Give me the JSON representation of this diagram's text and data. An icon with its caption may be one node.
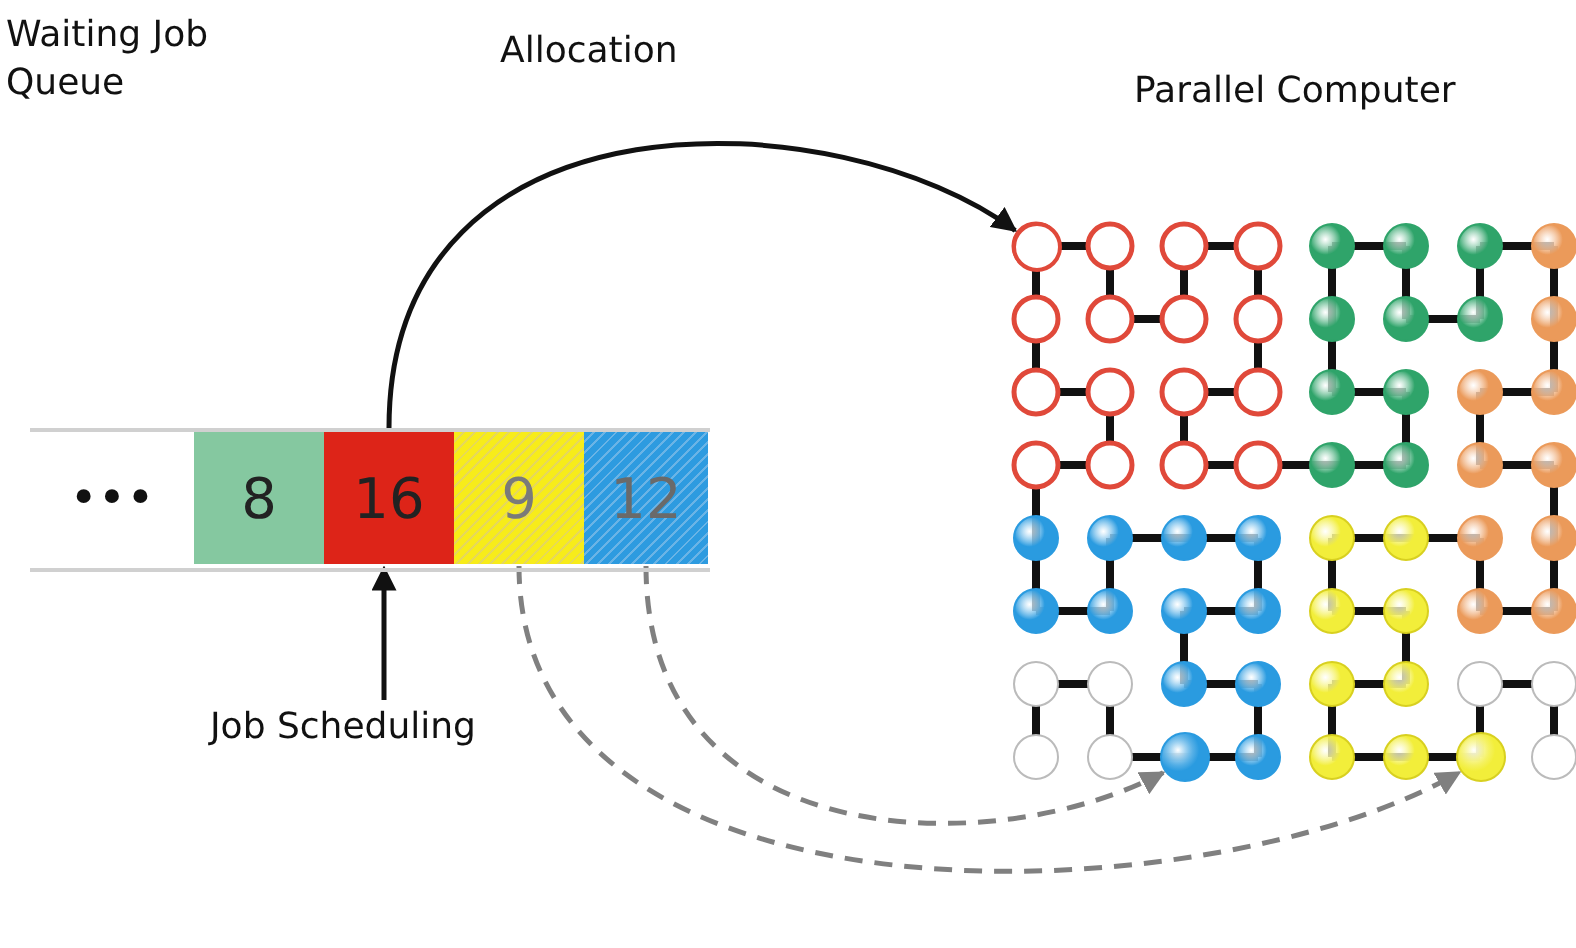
{
  "diagram": {
    "nodes": [
      {
        "text": [
          "Waiting Job Queue"
        ]
      },
      {
        "text": [
          "•••"
        ],
        "in": 0
      },
      {
        "text": [
          "8"
        ],
        "in": 0
      },
      {
        "text": [
          "16"
        ],
        "in": 0
      },
      {
        "text": [
          "9"
        ],
        "in": 0
      },
      {
        "text": [
          "12"
        ],
        "in": 0
      },
      {
        "text": [
          "Job Scheduling"
        ]
      },
      {
        "text": [
          "Parallel Computer"
        ]
      },
      {
        "text": [],
        "shape": "circle",
        "in": 7
      },
      {
        "text": [],
        "shape": "circle",
        "in": 7
      },
      {
        "text": [],
        "shape": "circle",
        "in": 7
      }
    ],
    "edges": [
      {
        "from": 6,
        "to": 3,
        "arrow": "to"
      },
      {
        "from": 3,
        "to": 8,
        "arrow": "to"
      },
      {
        "from": 4,
        "to": 10,
        "arrow": "to",
        "style": "dashed",
        "color": "#808080"
      },
      {
        "from": 5,
        "to": 9,
        "arrow": "to",
        "style": "dashed",
        "color": "#808080"
      }
    ],
    "labels": [
      "Allocation"
    ]
  }
}
